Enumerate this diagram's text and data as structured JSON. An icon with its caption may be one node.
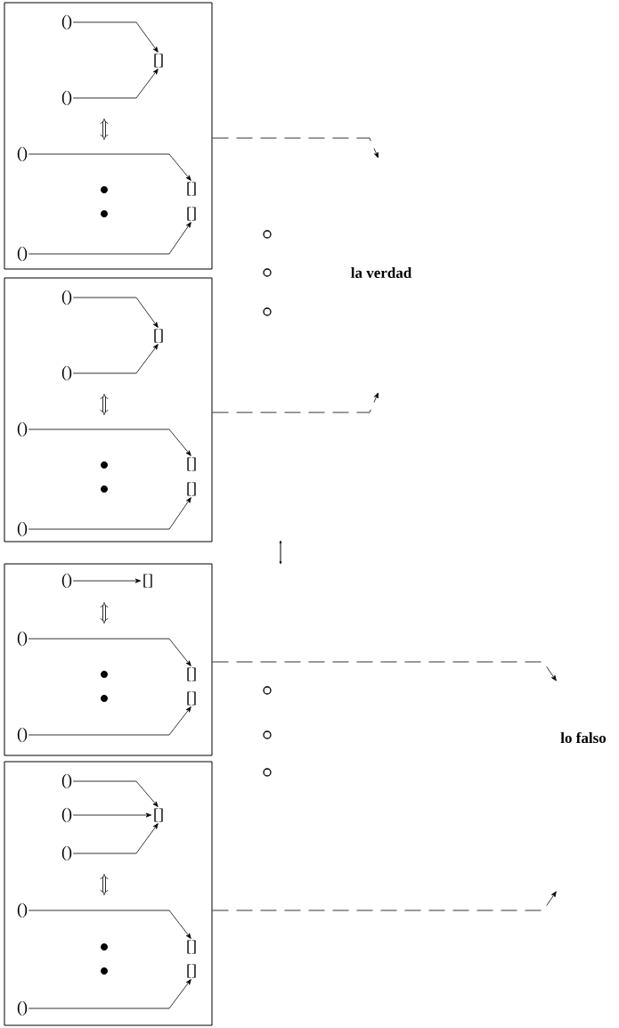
{
  "diagram": {
    "nodes": [
      {
        "text": [],
        "shape": "box"
      },
      {
        "text": [
          "()"
        ],
        "in": 0
      },
      {
        "text": [
          "[]"
        ],
        "in": 0
      },
      {
        "text": [
          "()"
        ],
        "in": 0
      },
      {
        "text": [
          "()"
        ],
        "in": 0
      },
      {
        "text": [
          "[]"
        ],
        "in": 0
      },
      {
        "text": [
          "[]"
        ],
        "in": 0
      },
      {
        "text": [
          "()"
        ],
        "in": 0
      },
      {
        "text": [],
        "shape": "box"
      },
      {
        "text": [
          "()"
        ],
        "in": 8
      },
      {
        "text": [
          "[]"
        ],
        "in": 8
      },
      {
        "text": [
          "()"
        ],
        "in": 8
      },
      {
        "text": [
          "()"
        ],
        "in": 8
      },
      {
        "text": [
          "[]"
        ],
        "in": 8
      },
      {
        "text": [
          "[]"
        ],
        "in": 8
      },
      {
        "text": [
          "()"
        ],
        "in": 8
      },
      {
        "text": [],
        "shape": "box"
      },
      {
        "text": [
          "()"
        ],
        "in": 16
      },
      {
        "text": [
          "[]"
        ],
        "in": 16
      },
      {
        "text": [
          "()"
        ],
        "in": 16
      },
      {
        "text": [
          "[]"
        ],
        "in": 16
      },
      {
        "text": [
          "[]"
        ],
        "in": 16
      },
      {
        "text": [
          "()"
        ],
        "in": 16
      },
      {
        "text": [],
        "shape": "box"
      },
      {
        "text": [
          "()"
        ],
        "in": 23
      },
      {
        "text": [
          "()"
        ],
        "in": 23
      },
      {
        "text": [
          "[]"
        ],
        "in": 23
      },
      {
        "text": [
          "()"
        ],
        "in": 23
      },
      {
        "text": [
          "()"
        ],
        "in": 23
      },
      {
        "text": [
          "[]"
        ],
        "in": 23
      },
      {
        "text": [
          "[]"
        ],
        "in": 23
      },
      {
        "text": [
          "()"
        ],
        "in": 23
      }
    ],
    "edges": [
      {
        "from": 1,
        "to": 2,
        "arrow": "to"
      },
      {
        "from": 3,
        "to": 2,
        "arrow": "to"
      },
      {
        "from": 4,
        "to": 5,
        "arrow": "to"
      },
      {
        "from": 7,
        "to": 6,
        "arrow": "to"
      },
      {
        "from": 9,
        "to": 10,
        "arrow": "to"
      },
      {
        "from": 11,
        "to": 10,
        "arrow": "to"
      },
      {
        "from": 12,
        "to": 13,
        "arrow": "to"
      },
      {
        "from": 15,
        "to": 14,
        "arrow": "to"
      },
      {
        "from": 17,
        "to": 18,
        "arrow": "to"
      },
      {
        "from": 19,
        "to": 20,
        "arrow": "to"
      },
      {
        "from": 22,
        "to": 21,
        "arrow": "to"
      },
      {
        "from": 24,
        "to": 26,
        "arrow": "to"
      },
      {
        "from": 25,
        "to": 26,
        "arrow": "to"
      },
      {
        "from": 27,
        "to": 26,
        "arrow": "to"
      },
      {
        "from": 28,
        "to": 29,
        "arrow": "to"
      },
      {
        "from": 31,
        "to": 30,
        "arrow": "to"
      },
      {
        "from": 0,
        "to": null,
        "arrow": "to",
        "style": "dashed"
      },
      {
        "from": 8,
        "to": null,
        "arrow": "to",
        "style": "dashed"
      },
      {
        "from": 16,
        "to": null,
        "arrow": "to",
        "style": "dashed"
      },
      {
        "from": 23,
        "to": null,
        "arrow": "to",
        "style": "dashed"
      }
    ],
    "labels": [
      "la verdad",
      "lo falso"
    ]
  }
}
